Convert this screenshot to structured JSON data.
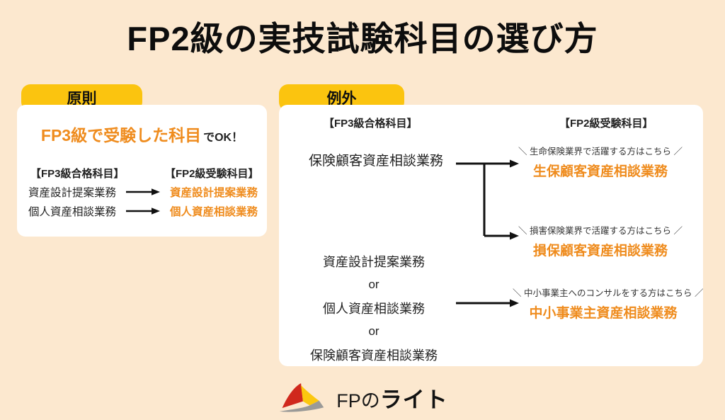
{
  "page": {
    "title": "FP2級の実技試験科目の選び方",
    "colors": {
      "background": "#fce8cf",
      "tab_yellow": "#fbc40f",
      "accent_orange": "#ef8c1e",
      "text_dark": "#1c1c1c"
    }
  },
  "principle_panel": {
    "tab_label": "原則",
    "headline_highlight": "FP3級で受験した科目",
    "headline_suffix": "でOK！",
    "left_column_header": "【FP3級合格科目】",
    "right_column_header": "【FP2級受験科目】",
    "rows": [
      {
        "fp3_subject": "資産設計提案業務",
        "fp2_subject": "資産設計提案業務"
      },
      {
        "fp3_subject": "個人資産相談業務",
        "fp2_subject": "個人資産相談業務"
      }
    ]
  },
  "exception_panel": {
    "tab_label": "例外",
    "left_column_header": "【FP3級合格科目】",
    "right_column_header": "【FP2級受験科目】",
    "insurance_source_subject": "保険顧客資産相談業務",
    "branches": [
      {
        "note": "＼ 生命保険業界で活躍する方はこちら ／",
        "fp2_subject": "生保顧客資産相談業務"
      },
      {
        "note": "＼ 損害保険業界で活躍する方はこちら ／",
        "fp2_subject": "損保顧客資産相談業務"
      }
    ],
    "alternative_sources": [
      "資産設計提案業務",
      "or",
      "個人資産相談業務",
      "or",
      "保険顧客資産相談業務"
    ],
    "consultant_branch": {
      "note": "＼ 中小事業主へのコンサルをする方はこちら ／",
      "fp2_subject": "中小事業主資産相談業務"
    }
  },
  "footer": {
    "brand_prefix": "FPの",
    "brand_name": "ライト"
  }
}
